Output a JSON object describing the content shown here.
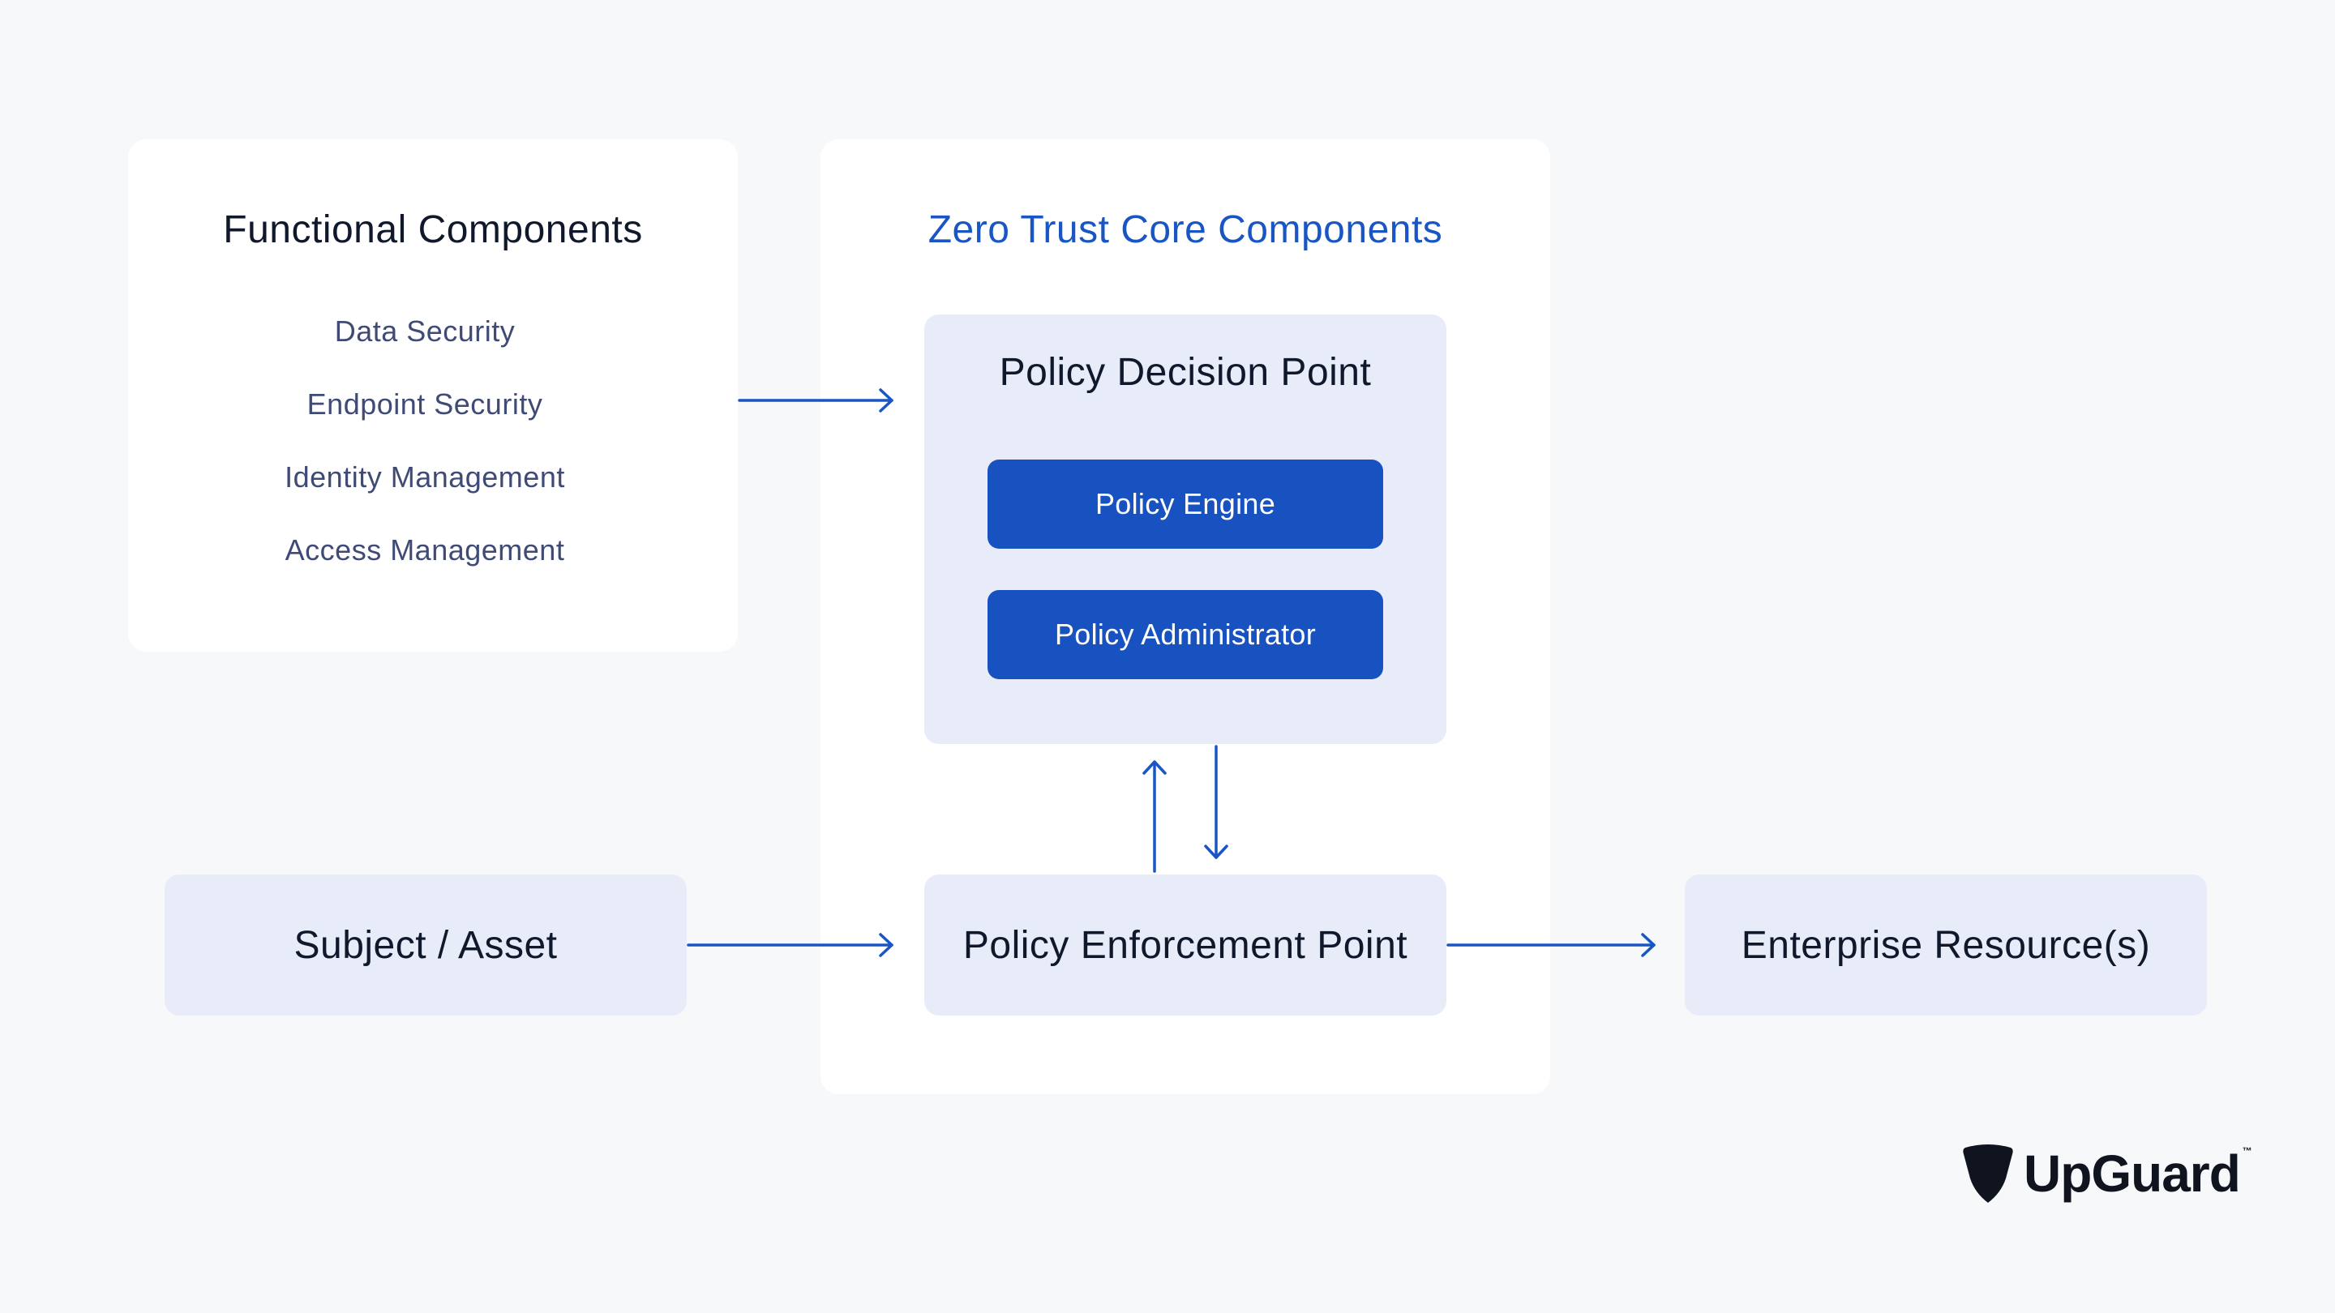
{
  "functional_components": {
    "title": "Functional Components",
    "items": [
      "Data Security",
      "Endpoint Security",
      "Identity Management",
      "Access Management"
    ]
  },
  "core": {
    "title": "Zero Trust Core Components",
    "title_color": "#1a55c4",
    "pdp": {
      "title": "Policy Decision Point",
      "engine": "Policy Engine",
      "administrator": "Policy Administrator"
    },
    "pep": "Policy Enforcement Point"
  },
  "subject": "Subject / Asset",
  "enterprise": "Enterprise Resource(s)",
  "logo": {
    "text": "UpGuard",
    "tm": "™"
  },
  "colors": {
    "background": "#f7f8fa",
    "panel": "#ffffff",
    "box": "#e7ecf8",
    "accent": "#1752c0",
    "arrow": "#1a55c4",
    "item_text": "#3f4a75"
  }
}
